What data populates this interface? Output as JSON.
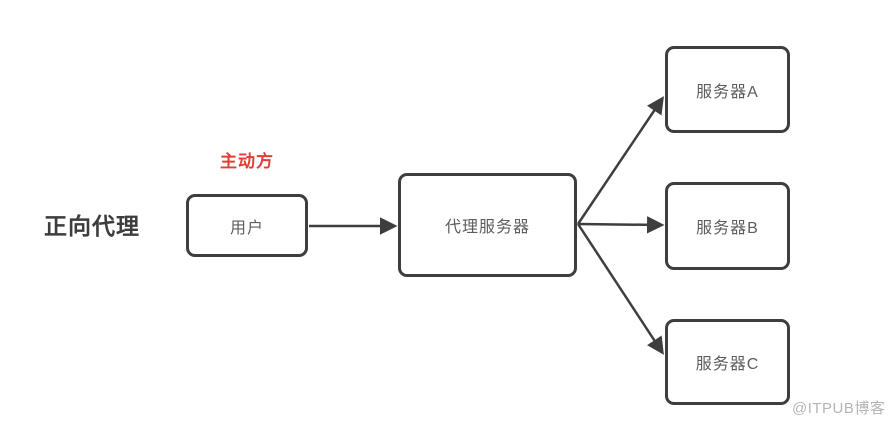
{
  "diagram": {
    "title_label": "正向代理",
    "active_party_label": "主动方",
    "nodes": {
      "user": "用户",
      "proxy": "代理服务器",
      "server_a": "服务器A",
      "server_b": "服务器B",
      "server_c": "服务器C"
    },
    "edges": [
      {
        "from": "user",
        "to": "proxy"
      },
      {
        "from": "proxy",
        "to": "server_a"
      },
      {
        "from": "proxy",
        "to": "server_b"
      },
      {
        "from": "proxy",
        "to": "server_c"
      }
    ],
    "watermark": "@ITPUB博客",
    "colors": {
      "line_and_border": "#3e3e3e",
      "node_text": "#5d5d5d",
      "title_text": "#3d3d3d",
      "accent_red": "#e23c36",
      "watermark_text": "#b5b5b5",
      "background": "#ffffff"
    }
  }
}
